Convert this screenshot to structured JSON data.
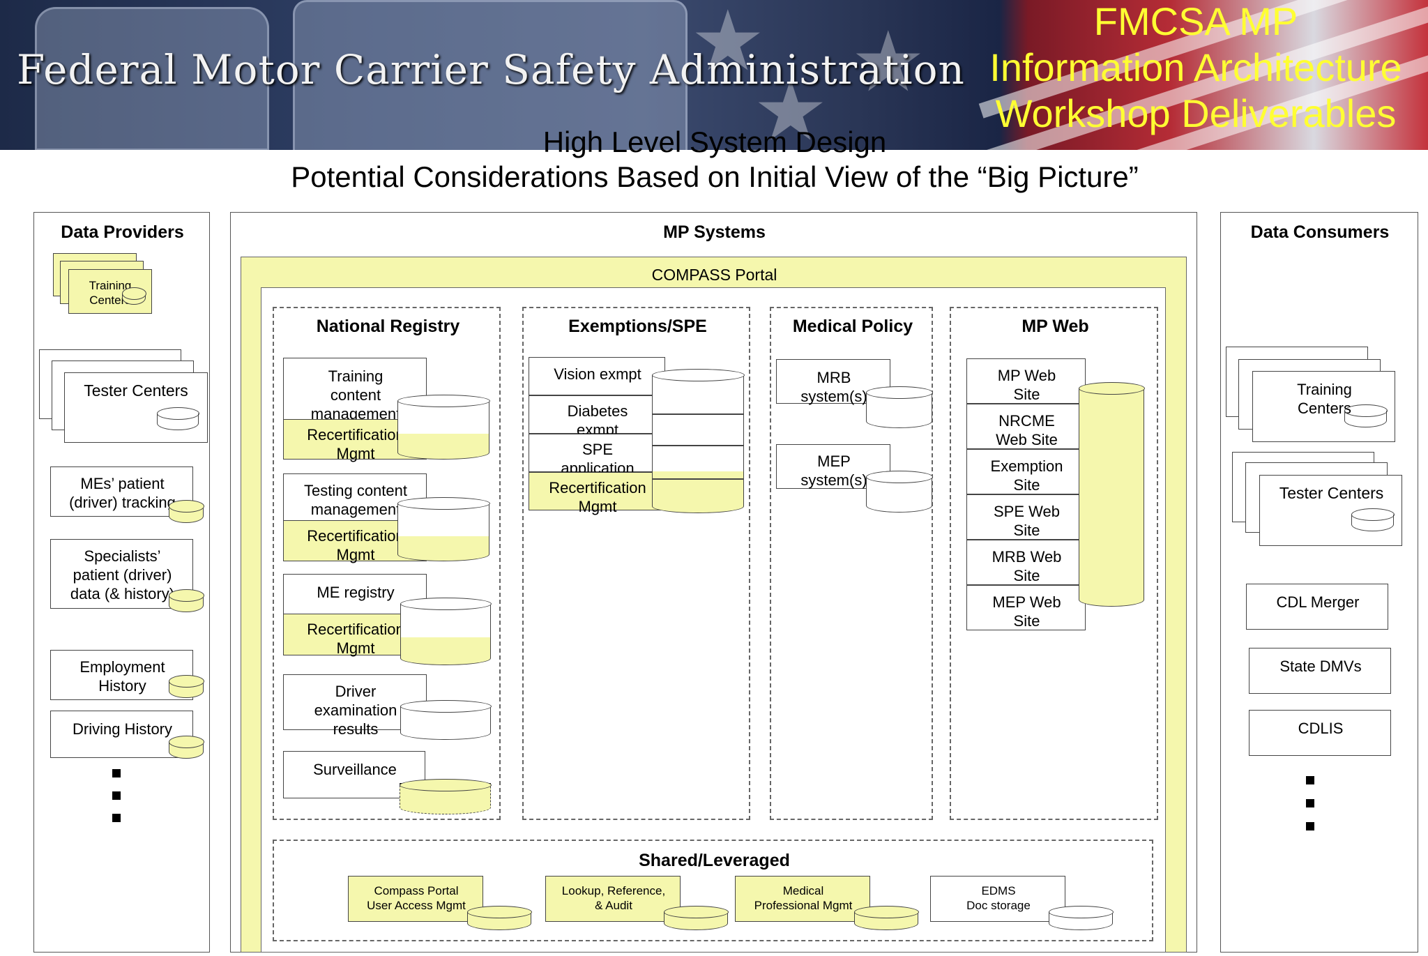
{
  "banner": {
    "agency": "Federal Motor Carrier Safety Administration",
    "title_lines": [
      "FMCSA MP",
      "Information Architecture",
      "Workshop Deliverables"
    ]
  },
  "slide": {
    "title": "High Level System Design",
    "subtitle": "Potential Considerations Based on Initial View of the “Big Picture”"
  },
  "data_providers": {
    "header": "Data Providers",
    "items": [
      "Training\nCenters",
      "Tester Centers",
      "MEs’ patient\n(driver) tracking",
      "Specialists’\npatient (driver)\ndata (& history)",
      "Employment\nHistory",
      "Driving History"
    ]
  },
  "mp_systems": {
    "header": "MP Systems",
    "portal": "COMPASS Portal",
    "national_registry": {
      "header": "National Registry",
      "items": [
        "Training\ncontent\nmanagement",
        "Recertification\nMgmt",
        "Testing content\nmanagement",
        "Recertification\nMgmt",
        "ME registry",
        "Recertification\nMgmt",
        "Driver\nexamination\nresults",
        "Surveillance"
      ]
    },
    "exemptions": {
      "header": "Exemptions/SPE",
      "items": [
        "Vision exmpt",
        "Diabetes\nexmpt",
        "SPE\napplication",
        "Recertification\nMgmt"
      ]
    },
    "medical_policy": {
      "header": "Medical Policy",
      "items": [
        "MRB\nsystem(s)",
        "MEP\nsystem(s)"
      ]
    },
    "mp_web": {
      "header": "MP Web",
      "items": [
        "MP Web\nSite",
        "NRCME\nWeb Site",
        "Exemption\nSite",
        "SPE Web\nSite",
        "MRB Web\nSite",
        "MEP Web\nSite"
      ]
    },
    "shared": {
      "header": "Shared/Leveraged",
      "items": [
        "Compass Portal\nUser Access Mgmt",
        "Lookup, Reference,\n& Audit",
        "Medical\nProfessional Mgmt",
        "EDMS\nDoc storage"
      ]
    }
  },
  "data_consumers": {
    "header": "Data Consumers",
    "items": [
      "Training\nCenters",
      "Tester Centers",
      "CDL Merger",
      "State DMVs",
      "CDLIS"
    ]
  },
  "colors": {
    "highlight": "#f5f7ad",
    "banner_title": "#ffff33"
  }
}
